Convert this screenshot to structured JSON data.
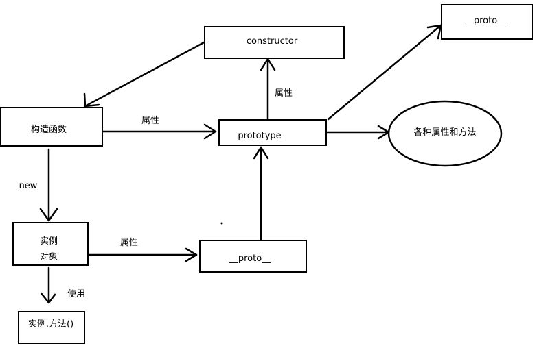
{
  "nodes": {
    "constructor": "constructor",
    "proto_top": "__proto__",
    "constructor_fn": "构造函数",
    "prototype": "prototype",
    "methods": "各种属性和方法",
    "instance_line1": "实例",
    "instance_line2": "对象",
    "proto_bottom": "__proto__",
    "instance_method": "实例.方法()"
  },
  "edge_labels": {
    "fn_to_prototype": "属性",
    "prototype_to_constructor": "属性",
    "new": "new",
    "instance_to_proto": "属性",
    "use": "使用"
  }
}
